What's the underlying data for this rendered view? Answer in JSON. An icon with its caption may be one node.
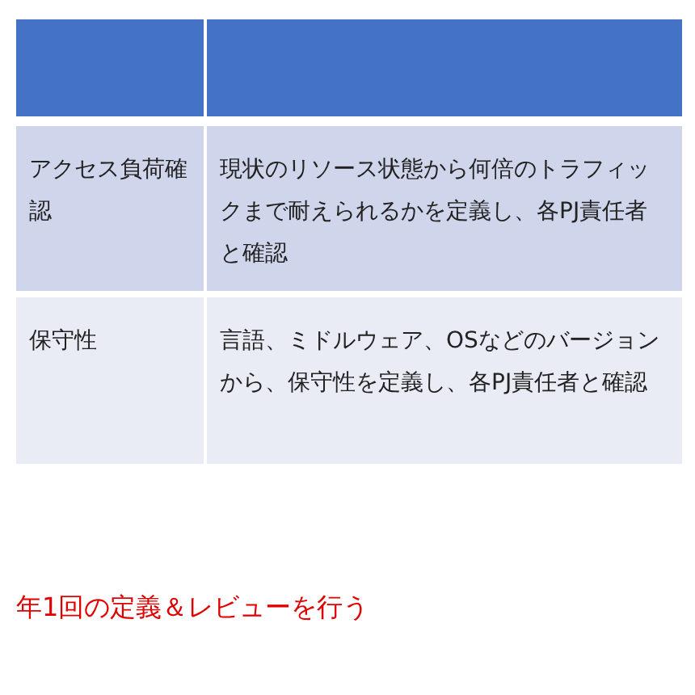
{
  "diagram": {
    "labels": [
      "アクセス負荷確認",
      "現状のリソース状態から何倍のトラフィックまで耐えられるかを定義し、各PJ責任者と確認",
      "保守性",
      "言語、ミドルウェア、OSなどのバージョンから、保守性を定義し、各PJ責任者と確認",
      "年1回の定義＆レビューを行う"
    ]
  }
}
